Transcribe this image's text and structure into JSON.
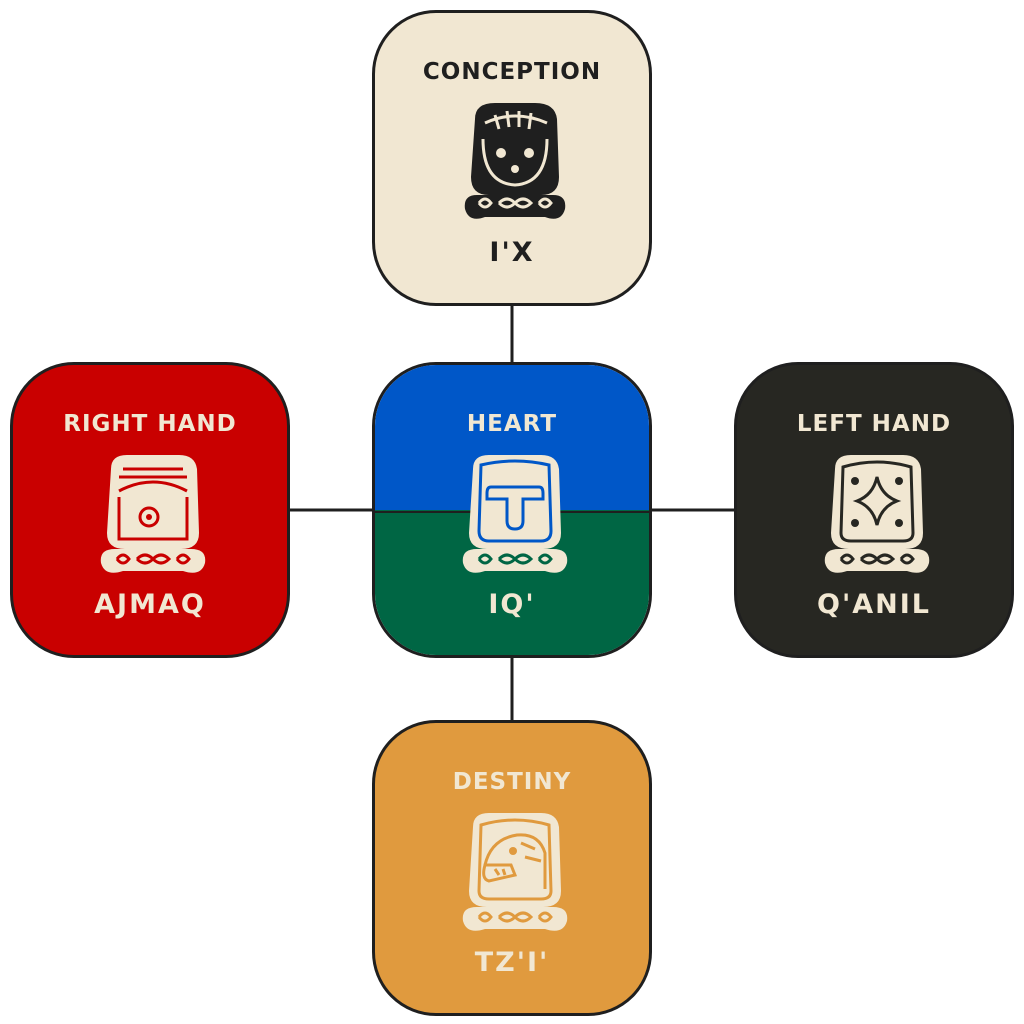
{
  "colors": {
    "cream": "#f1e7d2",
    "red": "#c90000",
    "blue": "#0057c8",
    "green": "#006644",
    "black": "#272722",
    "orange": "#e09a3e",
    "ink": "#1f1f1f"
  },
  "cards": {
    "top": {
      "label": "CONCEPTION",
      "name": "I'X",
      "glyph": "jaguar-face-icon"
    },
    "left": {
      "label": "RIGHT HAND",
      "name": "AJMAQ",
      "glyph": "ajmaq-glyph-icon"
    },
    "center": {
      "label": "HEART",
      "name": "IQ'",
      "glyph": "wind-t-glyph-icon"
    },
    "right": {
      "label": "LEFT HAND",
      "name": "Q'ANIL",
      "glyph": "star-seed-glyph-icon"
    },
    "bottom": {
      "label": "DESTINY",
      "name": "TZ'I'",
      "glyph": "dog-head-glyph-icon"
    }
  }
}
